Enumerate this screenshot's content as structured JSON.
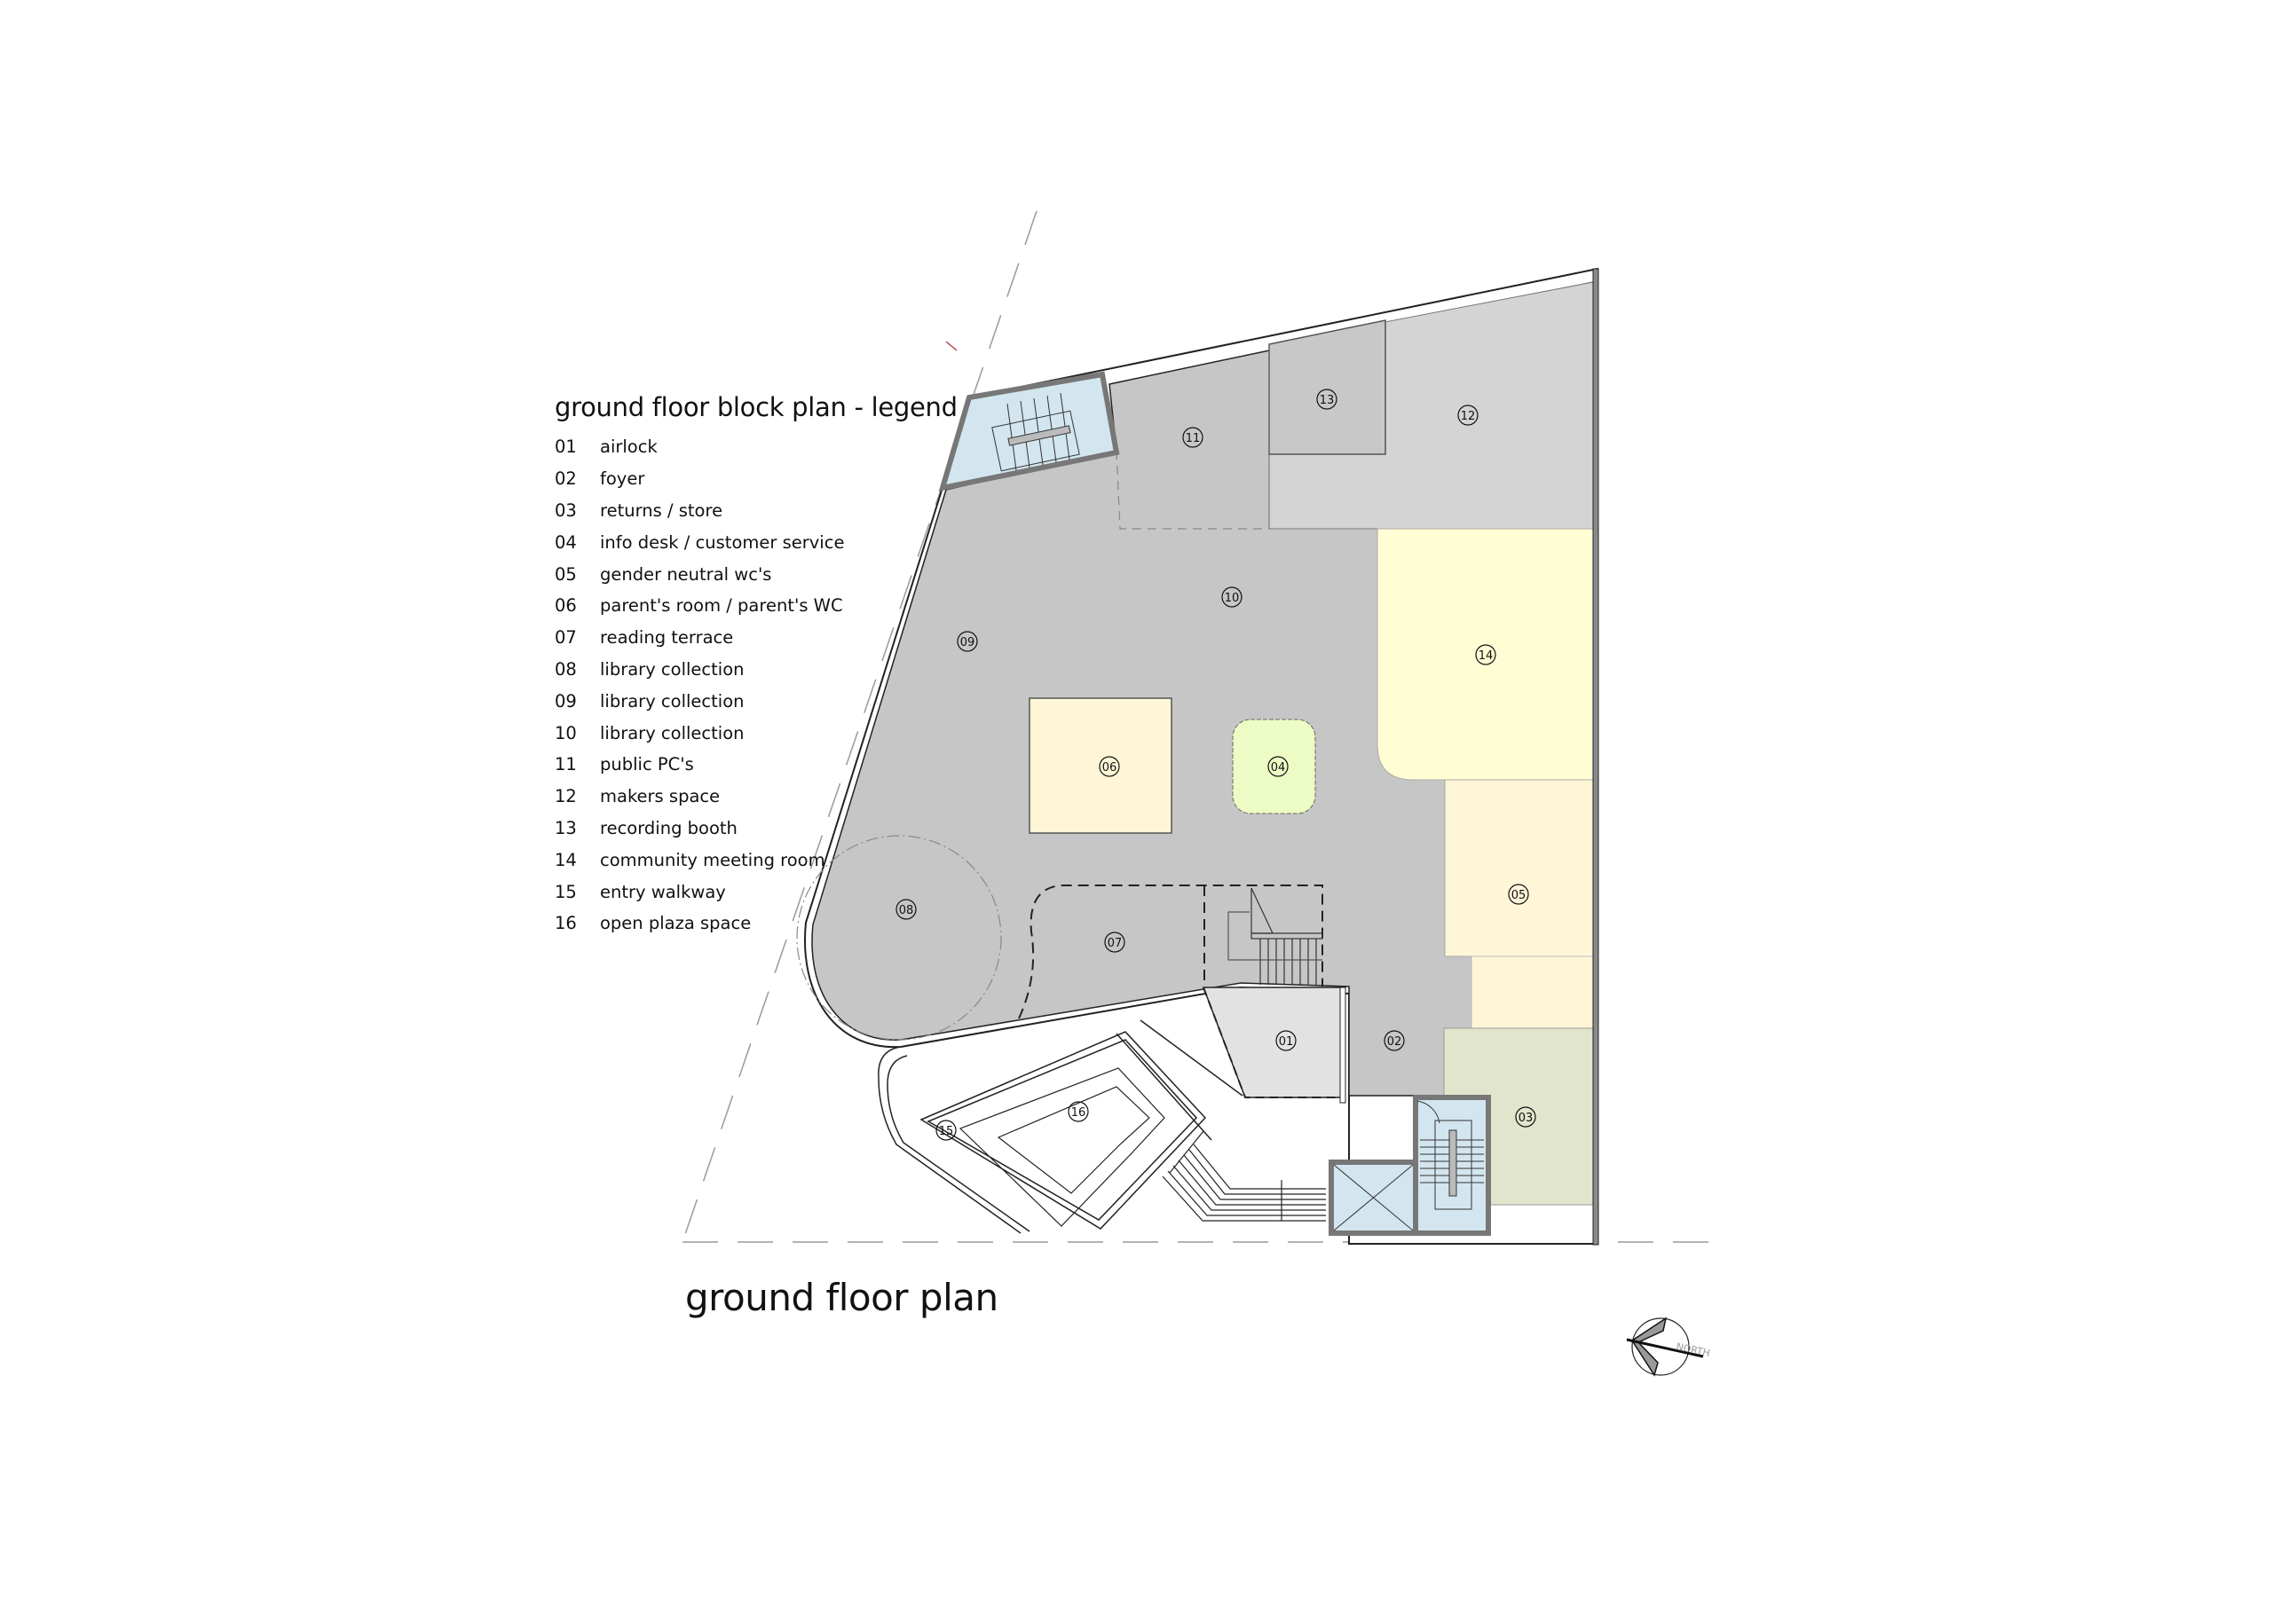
{
  "legend": {
    "title": "ground floor block plan - legend",
    "items": [
      {
        "num": "01",
        "label": "airlock"
      },
      {
        "num": "02",
        "label": "foyer"
      },
      {
        "num": "03",
        "label": "returns / store"
      },
      {
        "num": "04",
        "label": "info desk / customer service"
      },
      {
        "num": "05",
        "label": "gender neutral wc's"
      },
      {
        "num": "06",
        "label": "parent's room / parent's WC"
      },
      {
        "num": "07",
        "label": "reading terrace"
      },
      {
        "num": "08",
        "label": "library collection"
      },
      {
        "num": "09",
        "label": "library collection"
      },
      {
        "num": "10",
        "label": "library collection"
      },
      {
        "num": "11",
        "label": "public PC's"
      },
      {
        "num": "12",
        "label": "makers space"
      },
      {
        "num": "13",
        "label": "recording booth"
      },
      {
        "num": "14",
        "label": "community meeting room"
      },
      {
        "num": "15",
        "label": "entry walkway"
      },
      {
        "num": "16",
        "label": "open plaza space"
      }
    ]
  },
  "plan": {
    "title": "ground floor plan",
    "room_tags": [
      "01",
      "02",
      "03",
      "04",
      "05",
      "06",
      "07",
      "08",
      "09",
      "10",
      "11",
      "12",
      "13",
      "14",
      "15",
      "16"
    ],
    "north_label": "NORTH"
  },
  "colors": {
    "library_gray": "#c6c6c6",
    "makers_gray": "#d4d4d4",
    "airlock_gray": "#e2e2e2",
    "community_yellow": "#fffdd4",
    "wc_cream": "#fff6d8",
    "info_green": "#edfcc4",
    "returns_green": "#e1e5cc",
    "stair_blue": "#d3e6ef",
    "wall_gray": "#8a8a8a"
  }
}
